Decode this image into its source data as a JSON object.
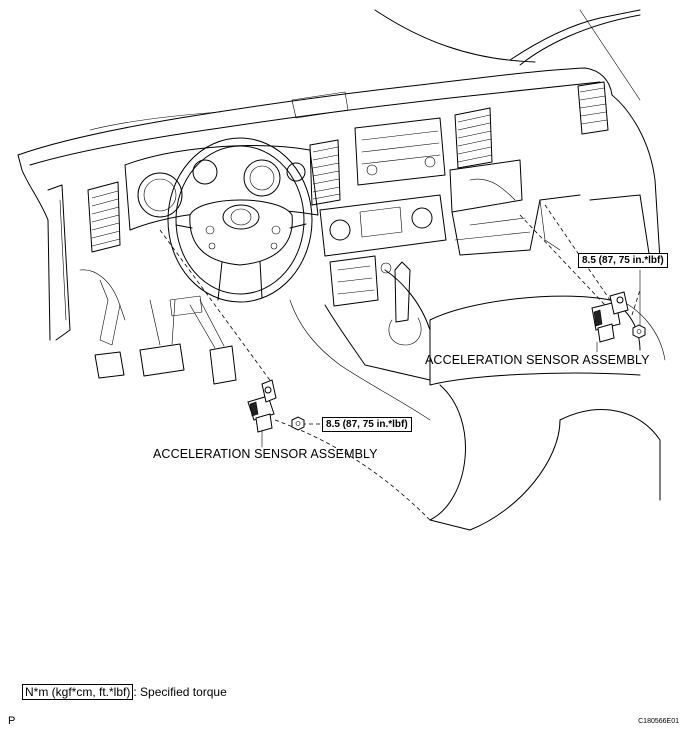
{
  "callouts": {
    "left": {
      "part_label": "ACCELERATION SENSOR ASSEMBLY",
      "torque": "8.5 (87, 75 in.*lbf)"
    },
    "right": {
      "part_label": "ACCELERATION SENSOR ASSEMBLY",
      "torque": "8.5 (87, 75 in.*lbf)"
    }
  },
  "legend": {
    "unit_box": "N*m (kgf*cm, ft.*lbf)",
    "separator": ":",
    "description": "Specified torque"
  },
  "corner_mark": "P",
  "figure_code": "C180566E01"
}
